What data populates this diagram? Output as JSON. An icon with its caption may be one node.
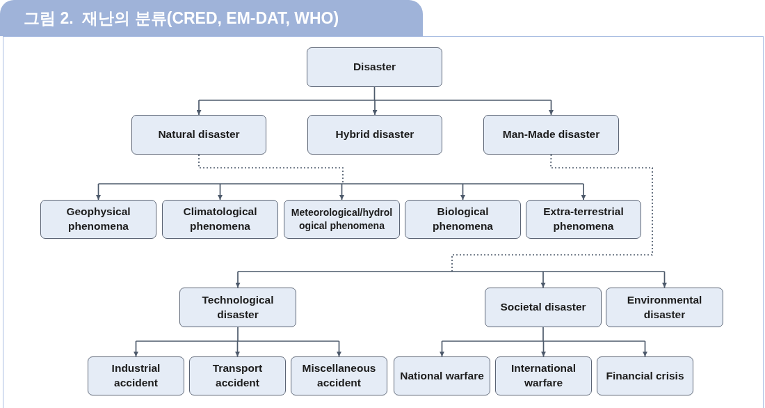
{
  "diagram": {
    "title": "그림 2.  재난의 분류(CRED, EM-DAT, WHO)",
    "nodes": [
      {
        "text": [
          "Disaster"
        ]
      },
      {
        "text": [
          "Natural disaster"
        ]
      },
      {
        "text": [
          "Hybrid disaster"
        ]
      },
      {
        "text": [
          "Man-Made disaster"
        ]
      },
      {
        "text": [
          "Geophysical phenomena"
        ]
      },
      {
        "text": [
          "Climatological phenomena"
        ]
      },
      {
        "text": [
          "Meteorological/hydrological phenomena"
        ]
      },
      {
        "text": [
          "Biological phenomena"
        ]
      },
      {
        "text": [
          "Extra-terrestrial phenomena"
        ]
      },
      {
        "text": [
          "Technological disaster"
        ]
      },
      {
        "text": [
          "Societal disaster"
        ]
      },
      {
        "text": [
          "Environmental disaster"
        ]
      },
      {
        "text": [
          "Industrial accident"
        ]
      },
      {
        "text": [
          "Transport accident"
        ]
      },
      {
        "text": [
          "Miscellaneous accident"
        ]
      },
      {
        "text": [
          "National warfare"
        ]
      },
      {
        "text": [
          "International warfare"
        ]
      },
      {
        "text": [
          "Financial crisis"
        ]
      }
    ],
    "edges": [
      {
        "from": 0,
        "to": 1,
        "arrow": "to"
      },
      {
        "from": 0,
        "to": 2,
        "arrow": "to"
      },
      {
        "from": 0,
        "to": 3,
        "arrow": "to"
      },
      {
        "from": 1,
        "to": 4,
        "arrow": "to"
      },
      {
        "from": 1,
        "to": 5,
        "arrow": "to"
      },
      {
        "from": 1,
        "to": 6,
        "arrow": "to"
      },
      {
        "from": 1,
        "to": 7,
        "arrow": "to"
      },
      {
        "from": 1,
        "to": 8,
        "arrow": "to"
      },
      {
        "from": 3,
        "to": 9,
        "arrow": "to"
      },
      {
        "from": 3,
        "to": 10,
        "arrow": "to"
      },
      {
        "from": 3,
        "to": 11,
        "arrow": "to"
      },
      {
        "from": 9,
        "to": 12,
        "arrow": "to"
      },
      {
        "from": 9,
        "to": 13,
        "arrow": "to"
      },
      {
        "from": 9,
        "to": 14,
        "arrow": "to"
      },
      {
        "from": 10,
        "to": 15,
        "arrow": "to"
      },
      {
        "from": 10,
        "to": 16,
        "arrow": "to"
      },
      {
        "from": 10,
        "to": 17,
        "arrow": "to"
      }
    ]
  }
}
